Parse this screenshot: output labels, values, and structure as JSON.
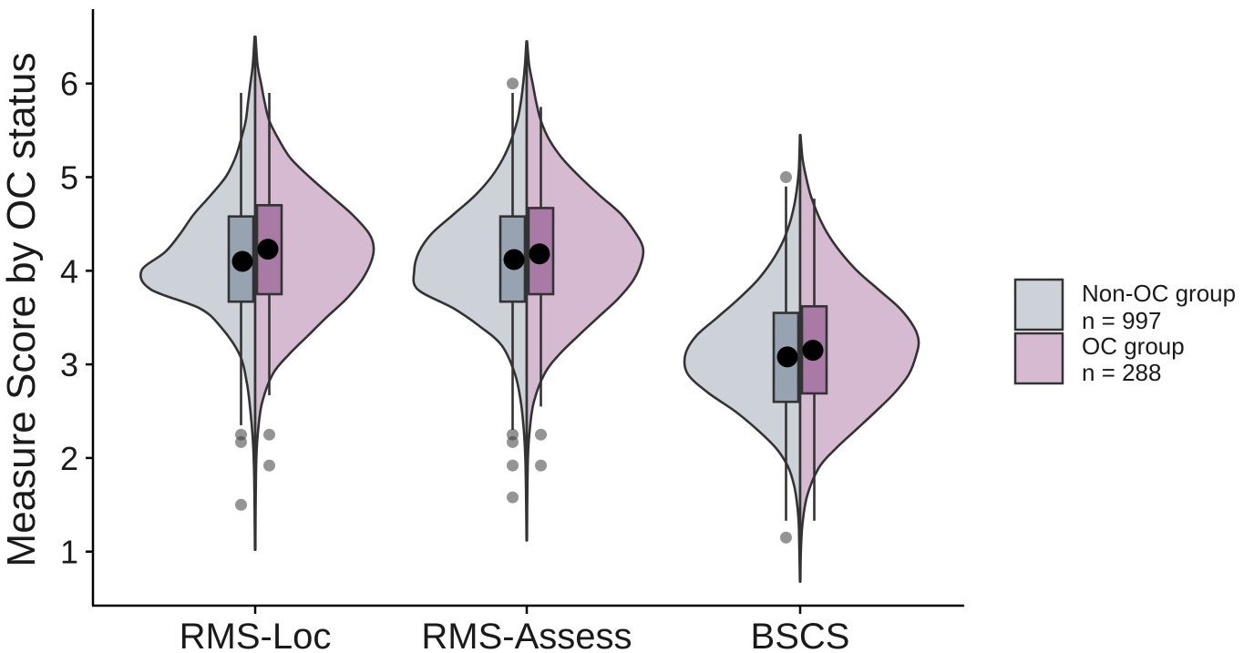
{
  "chart_data": {
    "type": "split-violin-box",
    "ylabel": "Measure Score by OC status",
    "xlabel": "",
    "ylim": [
      0.4,
      6.8
    ],
    "yticks": [
      1,
      2,
      3,
      4,
      5,
      6
    ],
    "categories": [
      "RMS-Loc",
      "RMS-Assess",
      "BSCS"
    ],
    "grid": false,
    "legend_position": "right",
    "series": [
      {
        "name": "Non-OC group",
        "n_label": "n = 997",
        "color": "#cdd1d8",
        "box_color": "#97a3b1",
        "groups": [
          {
            "category": "RMS-Loc",
            "violin": [
              [
                1.02,
                0.002
              ],
              [
                1.3,
                0.004
              ],
              [
                1.6,
                0.006
              ],
              [
                1.9,
                0.01
              ],
              [
                2.2,
                0.02
              ],
              [
                2.5,
                0.04
              ],
              [
                2.8,
                0.07
              ],
              [
                3.1,
                0.13
              ],
              [
                3.4,
                0.29
              ],
              [
                3.6,
                0.47
              ],
              [
                3.8,
                0.88
              ],
              [
                4.0,
                0.96
              ],
              [
                4.2,
                0.76
              ],
              [
                4.4,
                0.63
              ],
              [
                4.6,
                0.52
              ],
              [
                4.8,
                0.38
              ],
              [
                5.0,
                0.25
              ],
              [
                5.2,
                0.17
              ],
              [
                5.4,
                0.12
              ],
              [
                5.6,
                0.08
              ],
              [
                5.8,
                0.06
              ],
              [
                6.0,
                0.04
              ],
              [
                6.2,
                0.02
              ],
              [
                6.5,
                0.005
              ]
            ],
            "box": {
              "whisker_low": 2.35,
              "q1": 3.67,
              "median": 4.1,
              "q3": 4.58,
              "whisker_high": 5.9
            },
            "mean": 4.1,
            "outliers": [
              2.25,
              2.17,
              1.5
            ]
          },
          {
            "category": "RMS-Assess",
            "violin": [
              [
                1.12,
                0.002
              ],
              [
                1.4,
                0.004
              ],
              [
                1.7,
                0.007
              ],
              [
                2.0,
                0.012
              ],
              [
                2.3,
                0.025
              ],
              [
                2.6,
                0.05
              ],
              [
                2.9,
                0.1
              ],
              [
                3.2,
                0.21
              ],
              [
                3.4,
                0.39
              ],
              [
                3.6,
                0.62
              ],
              [
                3.8,
                0.92
              ],
              [
                4.0,
                0.95
              ],
              [
                4.2,
                0.91
              ],
              [
                4.4,
                0.8
              ],
              [
                4.6,
                0.62
              ],
              [
                4.8,
                0.44
              ],
              [
                5.0,
                0.3
              ],
              [
                5.2,
                0.2
              ],
              [
                5.4,
                0.13
              ],
              [
                5.6,
                0.08
              ],
              [
                5.8,
                0.05
              ],
              [
                6.0,
                0.03
              ],
              [
                6.2,
                0.015
              ],
              [
                6.45,
                0.003
              ]
            ],
            "box": {
              "whisker_low": 2.3,
              "q1": 3.67,
              "median": 4.1,
              "q3": 4.58,
              "whisker_high": 5.9
            },
            "mean": 4.12,
            "outliers": [
              6.0,
              2.25,
              2.17,
              1.92,
              1.58
            ]
          },
          {
            "category": "BSCS",
            "violin": [
              [
                0.68,
                0.002
              ],
              [
                0.9,
                0.005
              ],
              [
                1.1,
                0.008
              ],
              [
                1.3,
                0.012
              ],
              [
                1.5,
                0.025
              ],
              [
                1.7,
                0.05
              ],
              [
                1.9,
                0.1
              ],
              [
                2.1,
                0.2
              ],
              [
                2.3,
                0.36
              ],
              [
                2.5,
                0.55
              ],
              [
                2.7,
                0.78
              ],
              [
                2.9,
                0.95
              ],
              [
                3.1,
                0.97
              ],
              [
                3.3,
                0.88
              ],
              [
                3.5,
                0.7
              ],
              [
                3.7,
                0.52
              ],
              [
                3.9,
                0.36
              ],
              [
                4.1,
                0.24
              ],
              [
                4.3,
                0.15
              ],
              [
                4.5,
                0.09
              ],
              [
                4.7,
                0.05
              ],
              [
                4.9,
                0.025
              ],
              [
                5.1,
                0.01
              ],
              [
                5.45,
                0.002
              ]
            ],
            "box": {
              "whisker_low": 1.33,
              "q1": 2.6,
              "median": 3.1,
              "q3": 3.55,
              "whisker_high": 4.9
            },
            "mean": 3.08,
            "outliers": [
              5.0,
              1.15
            ]
          }
        ]
      },
      {
        "name": "OC group",
        "n_label": "n = 288",
        "color": "#d5bad2",
        "box_color": "#aa7aa6",
        "groups": [
          {
            "category": "RMS-Loc",
            "violin": [
              [
                1.02,
                0.002
              ],
              [
                1.5,
                0.004
              ],
              [
                2.0,
                0.01
              ],
              [
                2.3,
                0.025
              ],
              [
                2.6,
                0.06
              ],
              [
                2.9,
                0.15
              ],
              [
                3.1,
                0.28
              ],
              [
                3.3,
                0.44
              ],
              [
                3.5,
                0.6
              ],
              [
                3.7,
                0.77
              ],
              [
                3.9,
                0.9
              ],
              [
                4.1,
                0.98
              ],
              [
                4.25,
                1.0
              ],
              [
                4.4,
                0.96
              ],
              [
                4.6,
                0.82
              ],
              [
                4.8,
                0.64
              ],
              [
                5.0,
                0.46
              ],
              [
                5.2,
                0.3
              ],
              [
                5.4,
                0.2
              ],
              [
                5.6,
                0.12
              ],
              [
                5.8,
                0.08
              ],
              [
                6.0,
                0.05
              ],
              [
                6.2,
                0.02
              ],
              [
                6.5,
                0.003
              ]
            ],
            "box": {
              "whisker_low": 2.67,
              "q1": 3.75,
              "median": 4.2,
              "q3": 4.7,
              "whisker_high": 5.9
            },
            "mean": 4.23,
            "outliers": [
              2.25,
              1.92
            ]
          },
          {
            "category": "RMS-Assess",
            "violin": [
              [
                1.12,
                0.002
              ],
              [
                1.5,
                0.004
              ],
              [
                2.0,
                0.01
              ],
              [
                2.3,
                0.025
              ],
              [
                2.6,
                0.06
              ],
              [
                2.9,
                0.15
              ],
              [
                3.1,
                0.27
              ],
              [
                3.3,
                0.43
              ],
              [
                3.5,
                0.6
              ],
              [
                3.7,
                0.77
              ],
              [
                3.9,
                0.9
              ],
              [
                4.1,
                0.97
              ],
              [
                4.25,
                0.98
              ],
              [
                4.4,
                0.92
              ],
              [
                4.6,
                0.8
              ],
              [
                4.8,
                0.62
              ],
              [
                5.0,
                0.45
              ],
              [
                5.2,
                0.3
              ],
              [
                5.4,
                0.19
              ],
              [
                5.6,
                0.12
              ],
              [
                5.8,
                0.08
              ],
              [
                6.0,
                0.05
              ],
              [
                6.2,
                0.02
              ],
              [
                6.45,
                0.003
              ]
            ],
            "box": {
              "whisker_low": 2.55,
              "q1": 3.75,
              "median": 4.17,
              "q3": 4.67,
              "whisker_high": 5.75
            },
            "mean": 4.18,
            "outliers": [
              2.25,
              1.92
            ]
          },
          {
            "category": "BSCS",
            "violin": [
              [
                0.68,
                0.002
              ],
              [
                1.0,
                0.006
              ],
              [
                1.3,
                0.02
              ],
              [
                1.6,
                0.06
              ],
              [
                1.9,
                0.16
              ],
              [
                2.1,
                0.3
              ],
              [
                2.3,
                0.47
              ],
              [
                2.5,
                0.64
              ],
              [
                2.7,
                0.8
              ],
              [
                2.9,
                0.92
              ],
              [
                3.1,
                0.98
              ],
              [
                3.25,
                1.0
              ],
              [
                3.4,
                0.96
              ],
              [
                3.6,
                0.84
              ],
              [
                3.8,
                0.66
              ],
              [
                4.0,
                0.48
              ],
              [
                4.2,
                0.34
              ],
              [
                4.4,
                0.23
              ],
              [
                4.6,
                0.15
              ],
              [
                4.8,
                0.09
              ],
              [
                5.0,
                0.05
              ],
              [
                5.2,
                0.02
              ],
              [
                5.45,
                0.003
              ]
            ],
            "box": {
              "whisker_low": 1.33,
              "q1": 2.69,
              "median": 3.2,
              "q3": 3.62,
              "whisker_high": 4.77
            },
            "mean": 3.15,
            "outliers": []
          }
        ]
      }
    ]
  }
}
